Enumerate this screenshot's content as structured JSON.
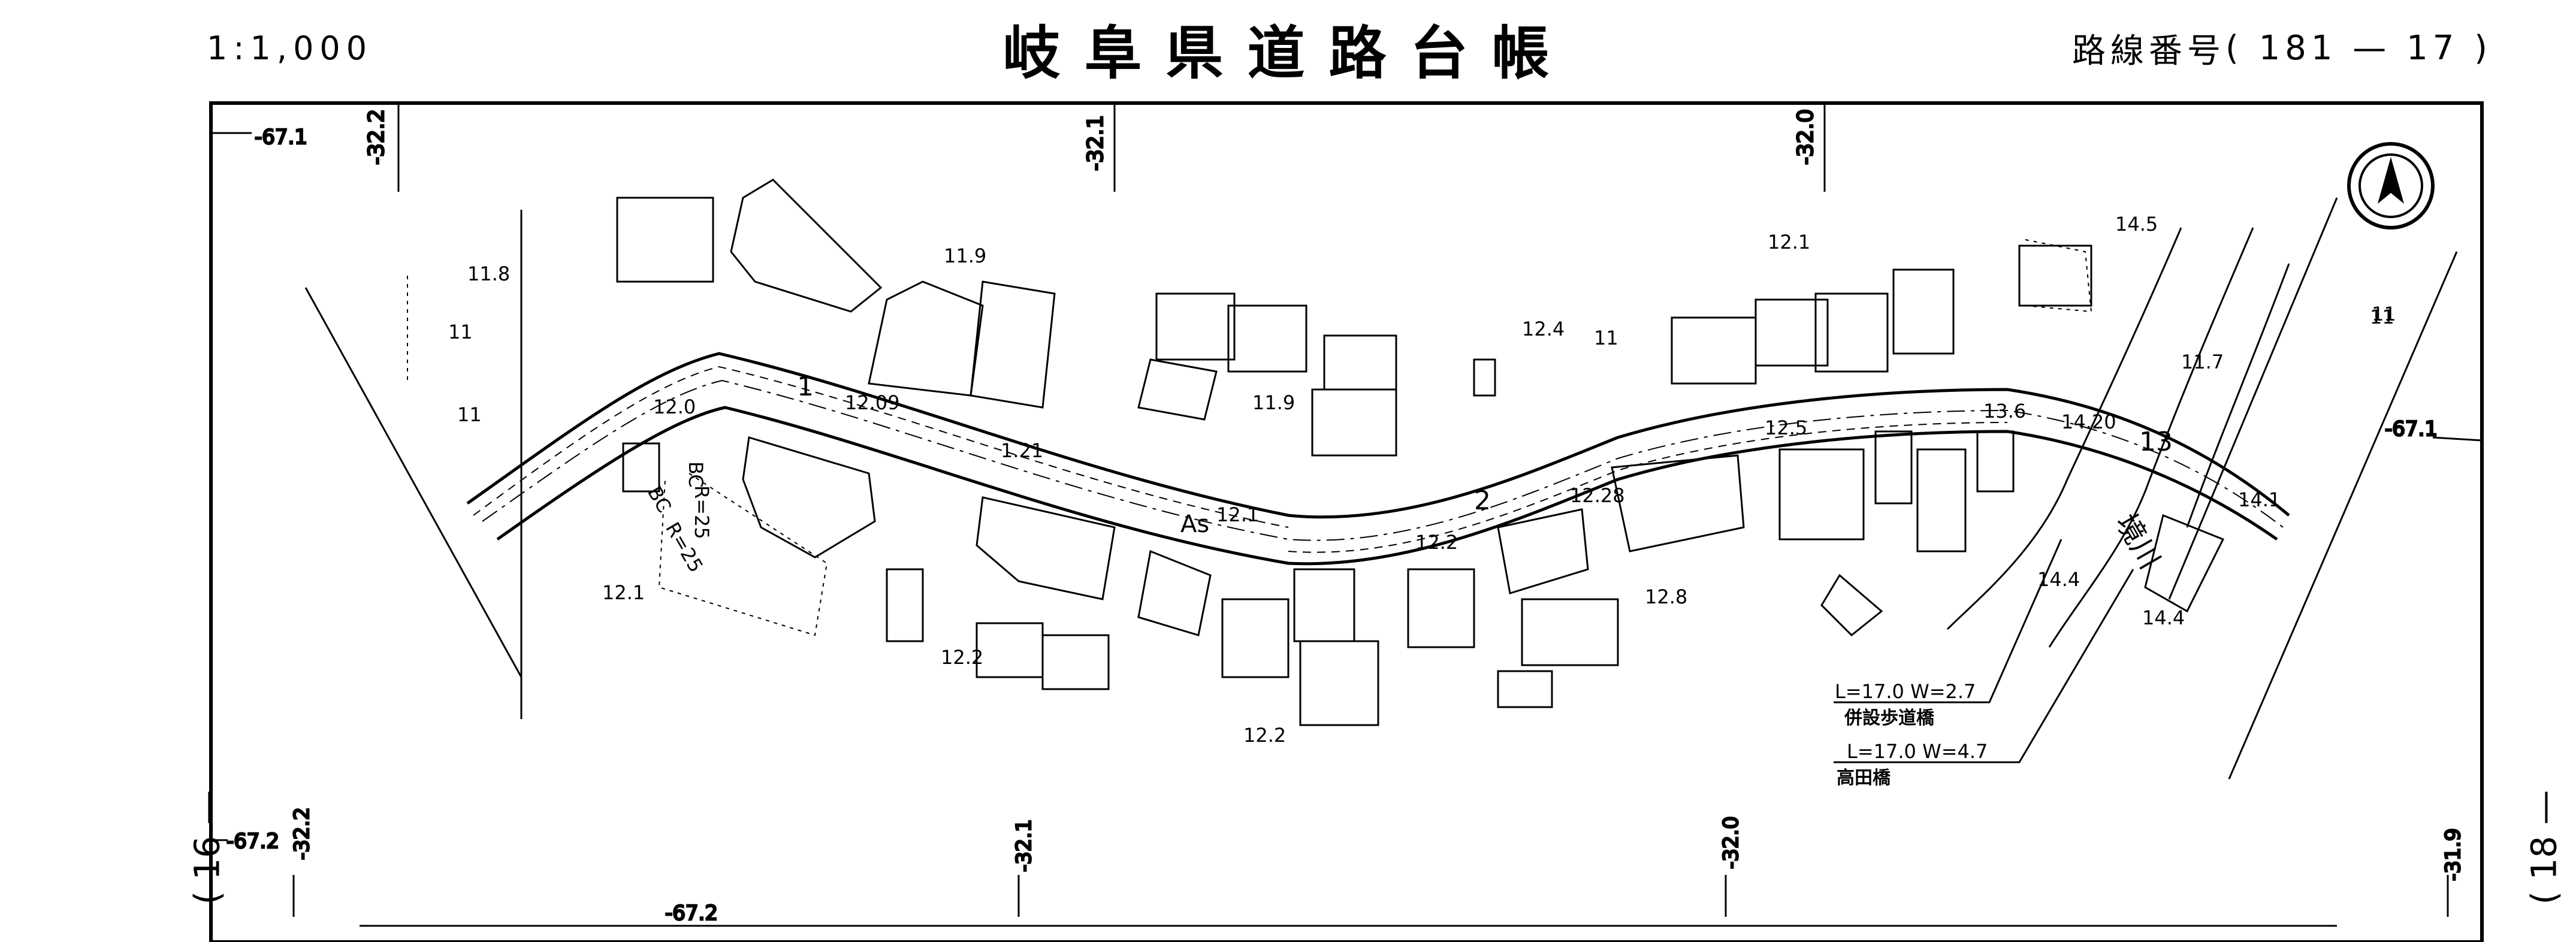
{
  "header": {
    "scale": "1:1,000",
    "title": "岐阜県道路台帳",
    "route_label": "路線番号",
    "route_number": "( 181 — 17 )"
  },
  "adjacent_sheets": {
    "previous": "( 16 — ",
    "next": "( 18 — "
  },
  "grid": {
    "top_ticks": [
      "-32.2",
      "-32.1",
      "-32.0"
    ],
    "bottom_ticks": [
      "-32.2",
      "-32.1",
      "-32.0",
      "-31.9"
    ],
    "row_labels": [
      "-67.1",
      "-67.1",
      "-67.2",
      "-67.2"
    ]
  },
  "road": {
    "surface": "As",
    "curve_labels": [
      "BC",
      "R=25",
      "BC",
      "R=25"
    ],
    "section_numbers": [
      "1",
      "2",
      "13"
    ]
  },
  "elevations": [
    "11.8",
    "11.9",
    "12.09",
    "12.0",
    "1.21",
    "12.1",
    "12.2",
    "12.28",
    "12.4",
    "12.1",
    "12.5",
    "13.6",
    "14.20",
    "14.5",
    "11.7",
    "14.1",
    "14.4",
    "14.4",
    "12.8",
    "12.2",
    "12.2",
    "12.1",
    "11.9"
  ],
  "parcel_marks": [
    "11",
    "11",
    "11",
    "11",
    "11"
  ],
  "river_name": "境川",
  "bridges": [
    {
      "dims": "L=17.0  W=2.7",
      "name": "併設歩道橋"
    },
    {
      "dims": "L=17.0  W=4.7",
      "name": "高田橋"
    }
  ],
  "north_arrow": "north-arrow-icon"
}
